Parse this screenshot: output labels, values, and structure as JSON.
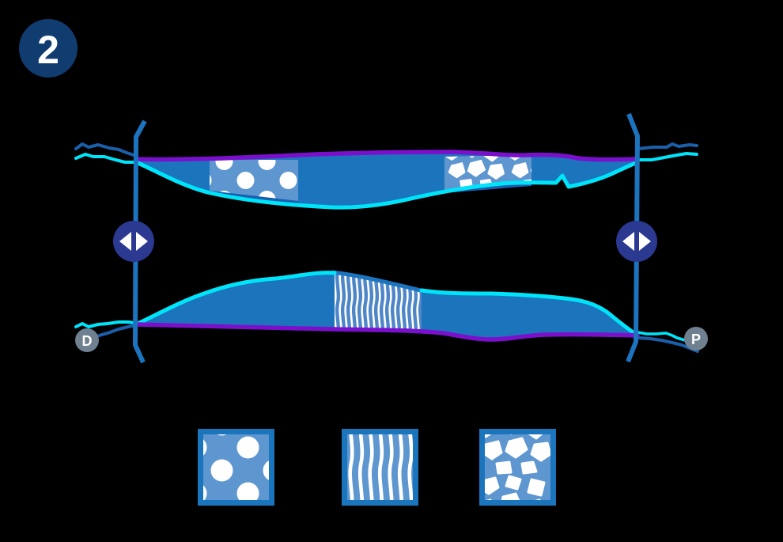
{
  "badge": {
    "label": "2"
  },
  "markers": {
    "left": {
      "label": "D"
    },
    "right": {
      "label": "P"
    }
  },
  "icons": {
    "left_flow": "left-right-arrows",
    "right_flow": "left-right-arrows"
  },
  "legend": {
    "items": [
      {
        "name": "dots-pattern"
      },
      {
        "name": "waves-pattern"
      },
      {
        "name": "stones-pattern"
      }
    ]
  },
  "colors": {
    "background": "#000000",
    "badge_navy": "#103C6F",
    "main_blue": "#1C75BC",
    "light_blue": "#5E96D0",
    "patch_blue": "#4E86C8",
    "cyan": "#00E4FA",
    "purple": "#7B10CC",
    "line_blue": "#1C74BE",
    "stream_blue": "#1B5FAA",
    "edge_blue": "#1A5FAE",
    "icon_navy": "#2B3990",
    "marker_gray": "#6F8090",
    "legend_border": "#1B75BC",
    "white": "#FFFFFF"
  }
}
